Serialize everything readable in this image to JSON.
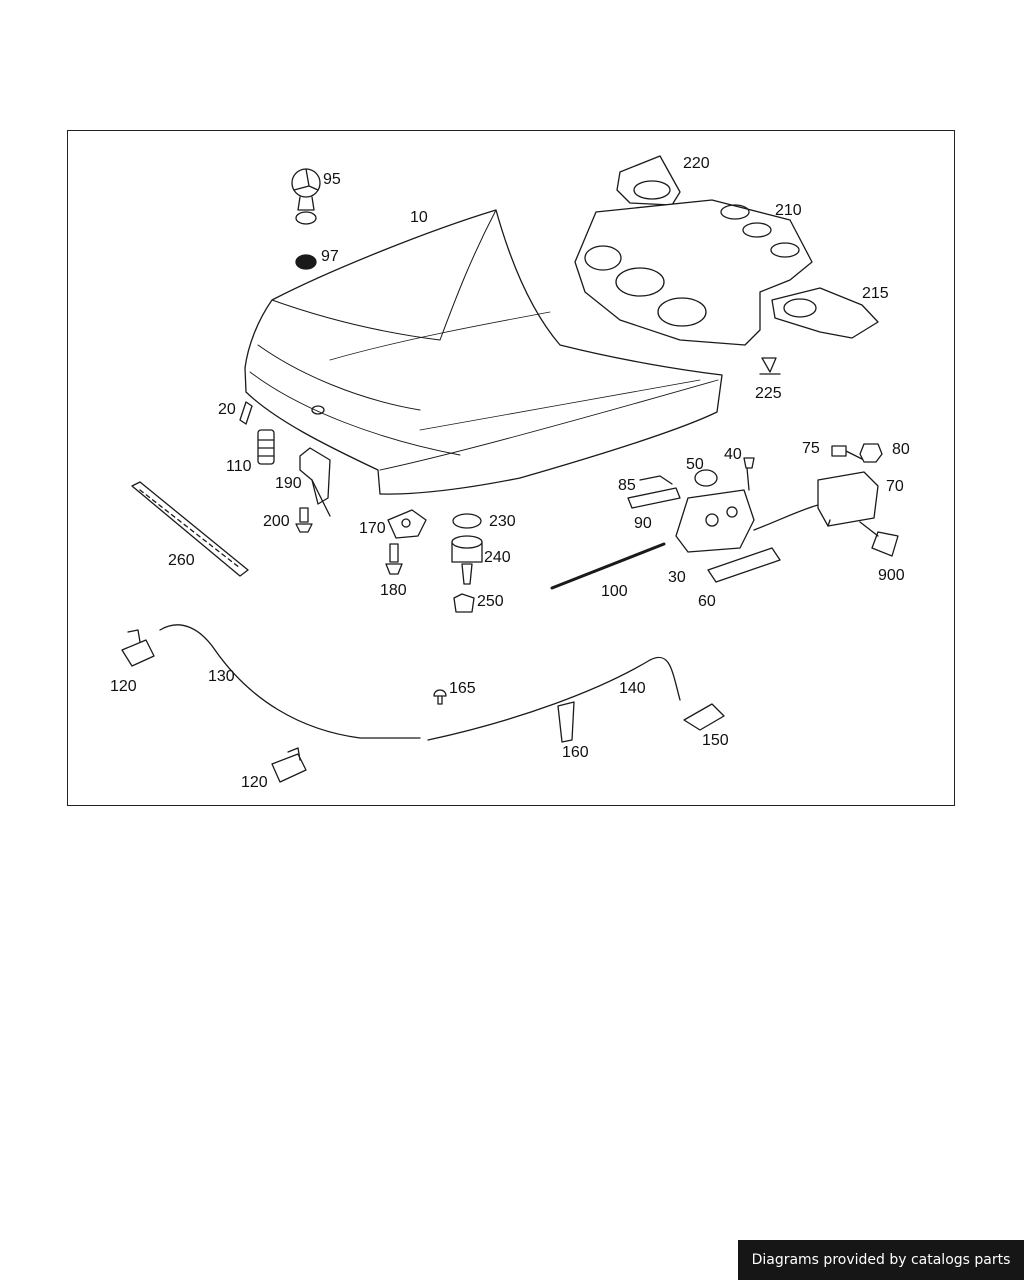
{
  "labels": {
    "p10": "10",
    "p20": "20",
    "p30": "30",
    "p40": "40",
    "p50": "50",
    "p60": "60",
    "p70": "70",
    "p75": "75",
    "p80": "80",
    "p85": "85",
    "p90": "90",
    "p95": "95",
    "p97": "97",
    "p100": "100",
    "p110": "110",
    "p120a": "120",
    "p120b": "120",
    "p130": "130",
    "p140": "140",
    "p150": "150",
    "p160": "160",
    "p165": "165",
    "p170": "170",
    "p180": "180",
    "p190": "190",
    "p200": "200",
    "p210": "210",
    "p215": "215",
    "p220": "220",
    "p225": "225",
    "p230": "230",
    "p240": "240",
    "p250": "250",
    "p260": "260",
    "p900": "900"
  },
  "footer": {
    "credit": "Diagrams provided by catalogs parts"
  },
  "colors": {
    "line": "#1a1a1a",
    "fill": "#ffffff",
    "shade": "#e6e6e6",
    "credit_bg": "#161616"
  }
}
